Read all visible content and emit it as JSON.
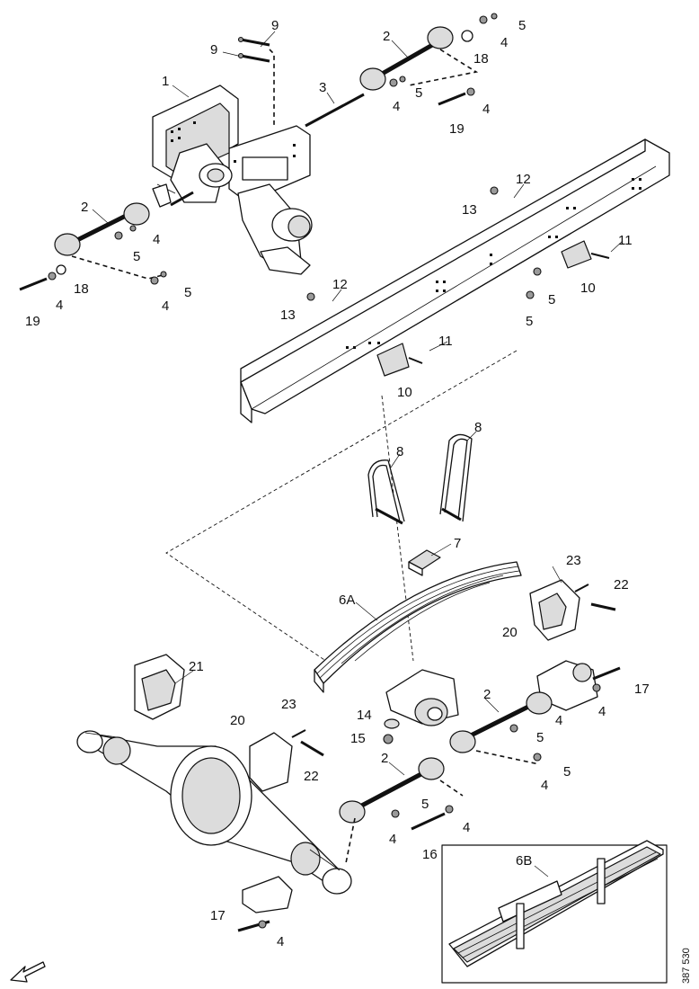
{
  "callouts": [
    {
      "id": "c9a",
      "text": "9"
    },
    {
      "id": "c9b",
      "text": "9"
    },
    {
      "id": "c1",
      "text": "1"
    },
    {
      "id": "c2a",
      "text": "2"
    },
    {
      "id": "c3",
      "text": "3"
    },
    {
      "id": "c4a",
      "text": "4"
    },
    {
      "id": "c5a",
      "text": "5"
    },
    {
      "id": "c18a",
      "text": "18"
    },
    {
      "id": "c5b",
      "text": "5"
    },
    {
      "id": "c4b",
      "text": "4"
    },
    {
      "id": "c4c",
      "text": "4"
    },
    {
      "id": "c19a",
      "text": "19"
    },
    {
      "id": "c2b",
      "text": "2"
    },
    {
      "id": "c4d",
      "text": "4"
    },
    {
      "id": "c5c",
      "text": "5"
    },
    {
      "id": "c18b",
      "text": "18"
    },
    {
      "id": "c5d",
      "text": "5"
    },
    {
      "id": "c4e",
      "text": "4"
    },
    {
      "id": "c4f",
      "text": "4"
    },
    {
      "id": "c19b",
      "text": "19"
    },
    {
      "id": "c12a",
      "text": "12"
    },
    {
      "id": "c13a",
      "text": "13"
    },
    {
      "id": "c11a",
      "text": "11"
    },
    {
      "id": "c10a",
      "text": "10"
    },
    {
      "id": "c5e",
      "text": "5"
    },
    {
      "id": "c5f",
      "text": "5"
    },
    {
      "id": "c12b",
      "text": "12"
    },
    {
      "id": "c13b",
      "text": "13"
    },
    {
      "id": "c11b",
      "text": "11"
    },
    {
      "id": "c10b",
      "text": "10"
    },
    {
      "id": "c8a",
      "text": "8"
    },
    {
      "id": "c8b",
      "text": "8"
    },
    {
      "id": "c7",
      "text": "7"
    },
    {
      "id": "c23a",
      "text": "23"
    },
    {
      "id": "c22a",
      "text": "22"
    },
    {
      "id": "c6A",
      "text": "6A"
    },
    {
      "id": "c20a",
      "text": "20"
    },
    {
      "id": "c21",
      "text": "21"
    },
    {
      "id": "c2c",
      "text": "2"
    },
    {
      "id": "c17a",
      "text": "17"
    },
    {
      "id": "c4g",
      "text": "4"
    },
    {
      "id": "c4h",
      "text": "4"
    },
    {
      "id": "c14",
      "text": "14"
    },
    {
      "id": "c5g",
      "text": "5"
    },
    {
      "id": "c15",
      "text": "15"
    },
    {
      "id": "c23b",
      "text": "23"
    },
    {
      "id": "c20b",
      "text": "20"
    },
    {
      "id": "c22b",
      "text": "22"
    },
    {
      "id": "c5h",
      "text": "5"
    },
    {
      "id": "c4i",
      "text": "4"
    },
    {
      "id": "c2d",
      "text": "2"
    },
    {
      "id": "c5i",
      "text": "5"
    },
    {
      "id": "c4j",
      "text": "4"
    },
    {
      "id": "c4k",
      "text": "4"
    },
    {
      "id": "c16",
      "text": "16"
    },
    {
      "id": "c6B",
      "text": "6B"
    },
    {
      "id": "c17b",
      "text": "17"
    },
    {
      "id": "c4l",
      "text": "4"
    }
  ],
  "document_number": "387 530",
  "orientation_arrow_icon": "direction-arrow-icon"
}
